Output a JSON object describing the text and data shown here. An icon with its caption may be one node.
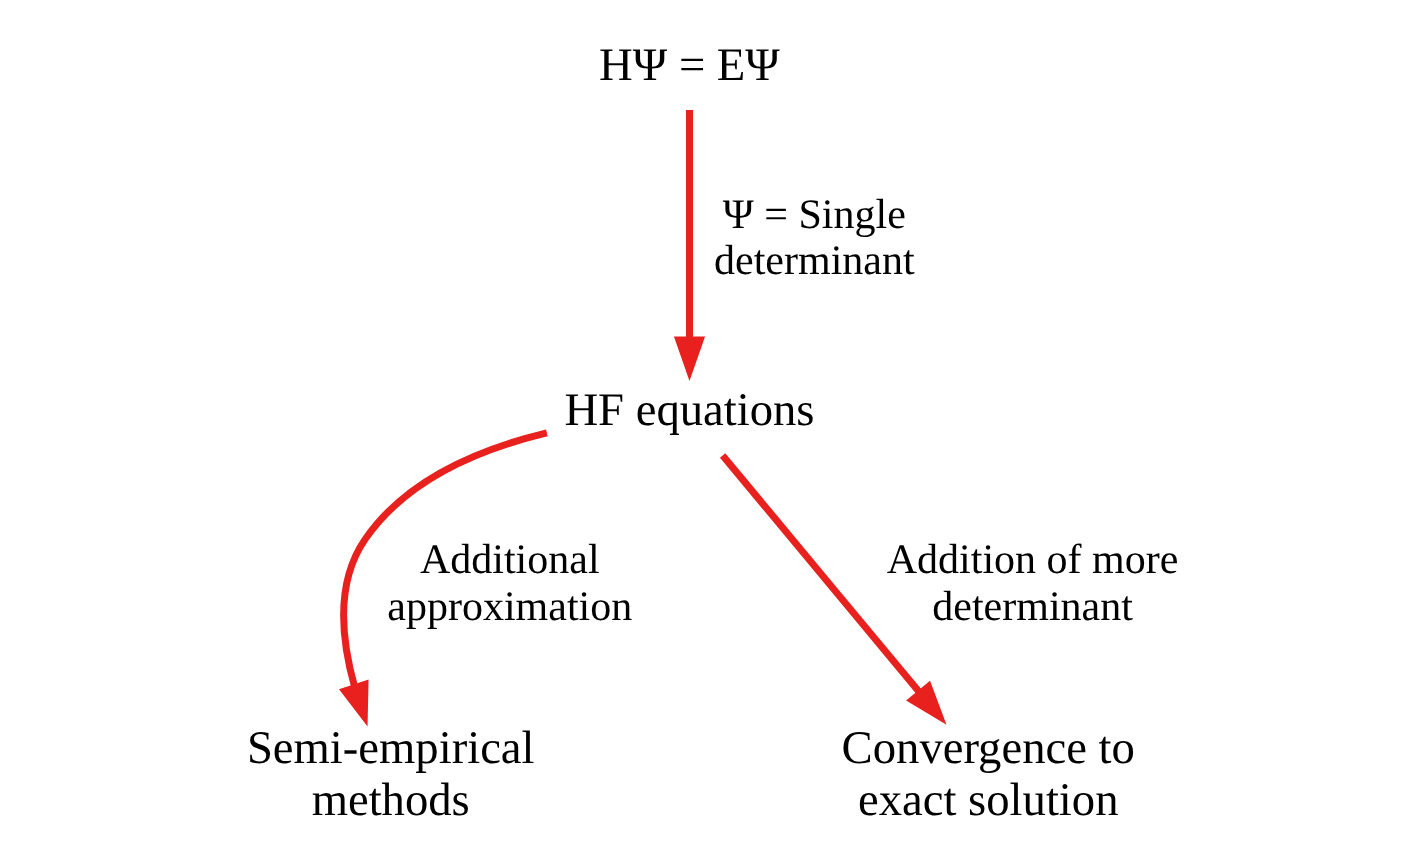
{
  "diagram": {
    "nodes": [
      {
        "text": [
          "HΨ = EΨ"
        ]
      },
      {
        "text": [
          "HF equations"
        ]
      },
      {
        "text": [
          "Semi-empirical methods"
        ]
      },
      {
        "text": [
          "Convergence to exact solution"
        ]
      }
    ],
    "edges": [
      {
        "from": 0,
        "to": 1,
        "arrow": "to",
        "label": "Ψ = Single determinant"
      },
      {
        "from": 1,
        "to": 2,
        "arrow": "to",
        "label": "Additional approximation"
      },
      {
        "from": 1,
        "to": 3,
        "arrow": "to",
        "label": "Addition of more determinant"
      }
    ]
  }
}
